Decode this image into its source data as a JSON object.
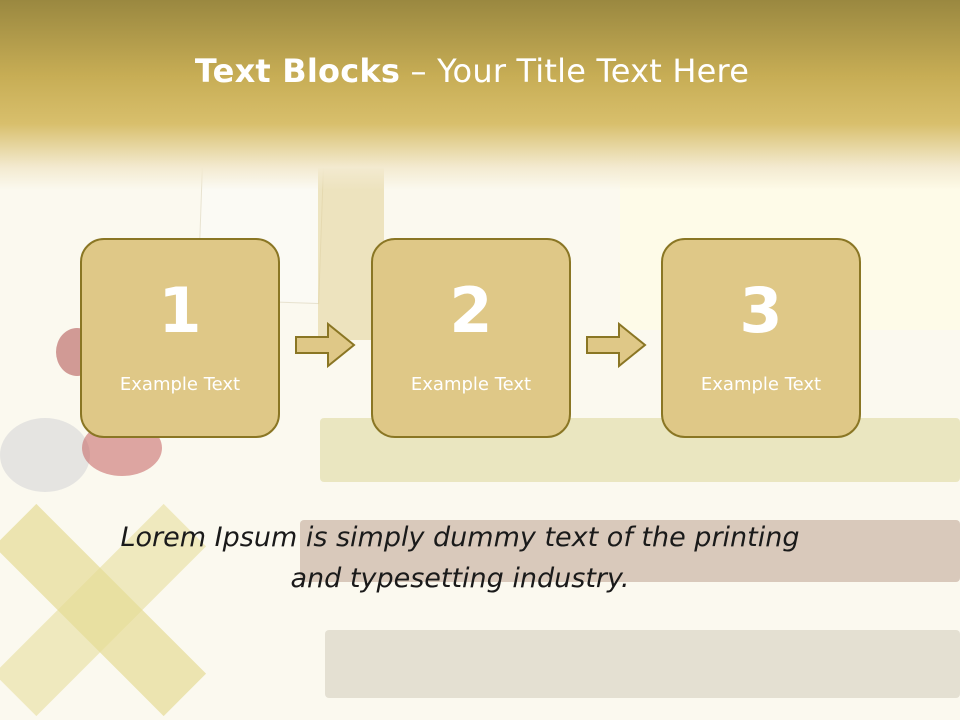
{
  "title": {
    "bold": "Text Blocks",
    "separator": " – ",
    "rest": "Your Title Text Here"
  },
  "blocks": [
    {
      "number": "1",
      "label": "Example Text"
    },
    {
      "number": "2",
      "label": "Example Text"
    },
    {
      "number": "3",
      "label": "Example Text"
    }
  ],
  "body": {
    "line1": "Lorem Ipsum is simply dummy text of the printing",
    "line2": "and typesetting industry."
  },
  "colors": {
    "title_band": "#c7ad55",
    "block_fill": "#dfc887",
    "block_border": "#8a7624",
    "text_white": "#ffffff"
  },
  "icons": [
    "right-arrow-icon"
  ]
}
